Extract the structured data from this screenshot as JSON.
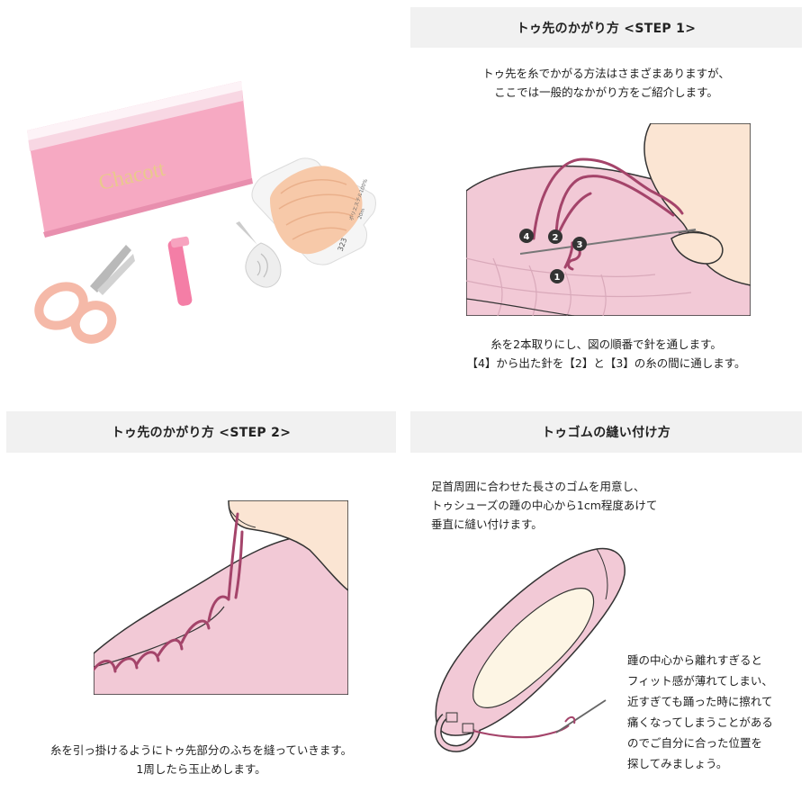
{
  "step1": {
    "title": "トゥ先のかがり方 <STEP 1>",
    "intro_line1": "トゥ先を糸でかがる方法はさまざまありますが、",
    "intro_line2": "ここでは一般的なかがり方をご紹介します。",
    "caption_line1": "糸を2本取りにし、図の順番で針を通します。",
    "caption_line2": "【4】から出た針を【2】と【3】の糸の間に通します。",
    "markers": [
      "1",
      "2",
      "3",
      "4"
    ]
  },
  "kit": {
    "pouch_brand": "Chacott",
    "thread_card_line1": "ポリエステル100%",
    "thread_card_line2": "20m",
    "thread_card_number": "323"
  },
  "step2": {
    "title": "トゥ先のかがり方 <STEP 2>",
    "caption_line1": "糸を引っ掛けるようにトゥ先部分のふちを縫っていきます。",
    "caption_line2": "1周したら玉止めします。"
  },
  "elastic": {
    "title": "トゥゴムの縫い付け方",
    "intro_line1": "足首周囲に合わせた長さのゴムを用意し、",
    "intro_line2": "トゥシューズの踵の中心から1cm程度あけて",
    "intro_line3": "垂直に縫い付けます。",
    "note_line1": "踵の中心から離れすぎると",
    "note_line2": "フィット感が薄れてしまい、",
    "note_line3": "近すぎても踊った時に擦れて",
    "note_line4": "痛くなってしまうことがある",
    "note_line5": "のでご自分に合った位置を",
    "note_line6": "探してみましょう。"
  },
  "colors": {
    "header_bg": "#f1f1f1",
    "satin_pink": "#f2c9d6",
    "thread": "#a4446a",
    "skin": "#fbe5d3",
    "outline": "#333333"
  }
}
